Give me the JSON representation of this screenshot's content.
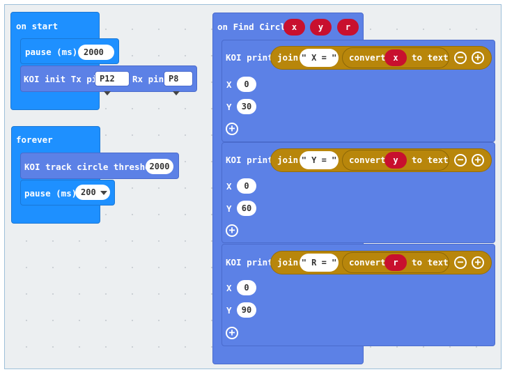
{
  "on_start": {
    "label": "on start",
    "pause": {
      "label": "pause (ms)",
      "value": "2000"
    },
    "koi_init": {
      "label": "KOI init Tx pin",
      "tx": "P12",
      "rx_label": "Rx pin",
      "rx": "P8"
    }
  },
  "forever": {
    "label": "forever",
    "track": {
      "label": "KOI track circle threshold",
      "value": "2000"
    },
    "pause": {
      "label": "pause (ms)",
      "value": "200"
    }
  },
  "find_circle": {
    "label": "on Find Circle",
    "params": [
      "x",
      "y",
      "r"
    ],
    "prints": [
      {
        "label": "KOI print",
        "join": "join",
        "string": "X =",
        "convert": "convert",
        "var": "x",
        "to_text": "to text",
        "x_label": "X",
        "x": "0",
        "y_label": "Y",
        "y": "30"
      },
      {
        "label": "KOI print",
        "join": "join",
        "string": "Y =",
        "convert": "convert",
        "var": "y",
        "to_text": "to text",
        "x_label": "X",
        "x": "0",
        "y_label": "Y",
        "y": "60"
      },
      {
        "label": "KOI print",
        "join": "join",
        "string": "R =",
        "convert": "convert",
        "var": "r",
        "to_text": "to text",
        "x_label": "X",
        "x": "0",
        "y_label": "Y",
        "y": "90"
      }
    ],
    "minus_symbol": "−",
    "plus_symbol": "+"
  },
  "colors": {
    "event_blue": "#1e90ff",
    "koi_blue": "#5c81e6",
    "text_gold": "#b8860b",
    "variable_red": "#c8102e"
  }
}
